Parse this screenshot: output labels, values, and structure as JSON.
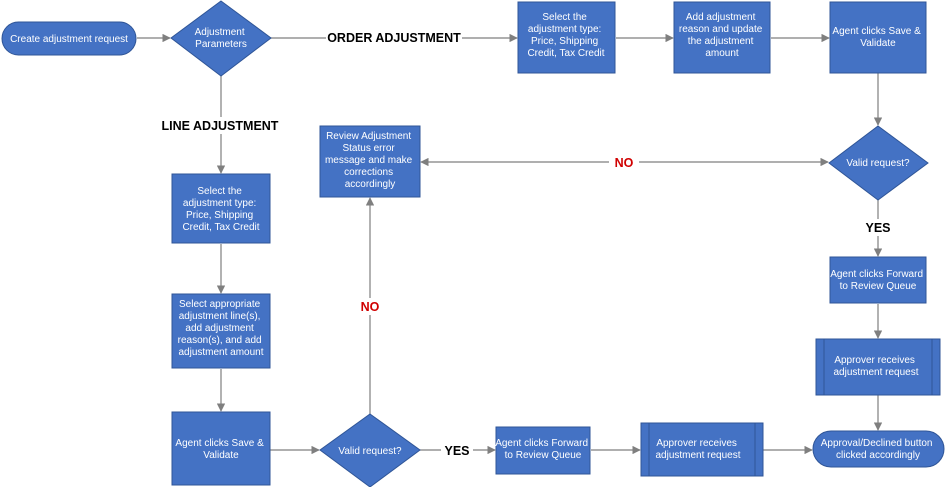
{
  "colors": {
    "node_fill": "#4472c4",
    "node_border": "#2f5597",
    "node_text": "#ffffff",
    "connector": "#7f7f7f",
    "label_default": "#000000",
    "label_no": "#d00000"
  },
  "nodes": {
    "create_request": {
      "shape": "terminator",
      "lines": [
        "Create adjustment request"
      ]
    },
    "adjustment_parameters": {
      "shape": "decision",
      "lines": [
        "Adjustment",
        "Parameters"
      ]
    },
    "order_select_type": {
      "shape": "process",
      "lines": [
        "Select the",
        "adjustment type:",
        "Price, Shipping",
        "Credit, Tax Credit"
      ]
    },
    "order_add_reason": {
      "shape": "process",
      "lines": [
        "Add adjustment",
        "reason and update",
        "the adjustment",
        "amount"
      ]
    },
    "order_agent_save": {
      "shape": "process",
      "lines": [
        "Agent clicks Save &",
        "Validate"
      ]
    },
    "order_valid_request": {
      "shape": "decision",
      "lines": [
        "Valid request?"
      ]
    },
    "review_status_error": {
      "shape": "process",
      "lines": [
        "Review Adjustment",
        "Status error",
        "message and make",
        "corrections",
        "accordingly"
      ]
    },
    "line_select_type": {
      "shape": "process",
      "lines": [
        "Select the",
        "adjustment type:",
        "Price, Shipping",
        "Credit, Tax Credit"
      ]
    },
    "line_select_lines": {
      "shape": "process",
      "lines": [
        "Select appropriate",
        "adjustment line(s),",
        "add adjustment",
        "reason(s), and add",
        "adjustment amount"
      ]
    },
    "line_agent_save": {
      "shape": "process",
      "lines": [
        "Agent clicks Save &",
        "Validate"
      ]
    },
    "line_valid_request": {
      "shape": "decision",
      "lines": [
        "Valid request?"
      ]
    },
    "line_forward_queue": {
      "shape": "process",
      "lines": [
        "Agent clicks Forward",
        "to Review Queue"
      ]
    },
    "line_approver_receives": {
      "shape": "predefined",
      "lines": [
        "Approver receives",
        "adjustment request"
      ]
    },
    "order_forward_queue": {
      "shape": "process",
      "lines": [
        "Agent clicks Forward",
        "to Review Queue"
      ]
    },
    "order_approver_receives": {
      "shape": "predefined",
      "lines": [
        "Approver receives",
        "adjustment request"
      ]
    },
    "approval_declined": {
      "shape": "terminator",
      "lines": [
        "Approval/Declined button",
        "clicked accordingly"
      ]
    }
  },
  "edge_labels": {
    "order_adjustment": "ORDER ADJUSTMENT",
    "line_adjustment": "LINE ADJUSTMENT",
    "no_top": "NO",
    "no_left": "NO",
    "yes_right": "YES",
    "yes_bottom": "YES"
  }
}
